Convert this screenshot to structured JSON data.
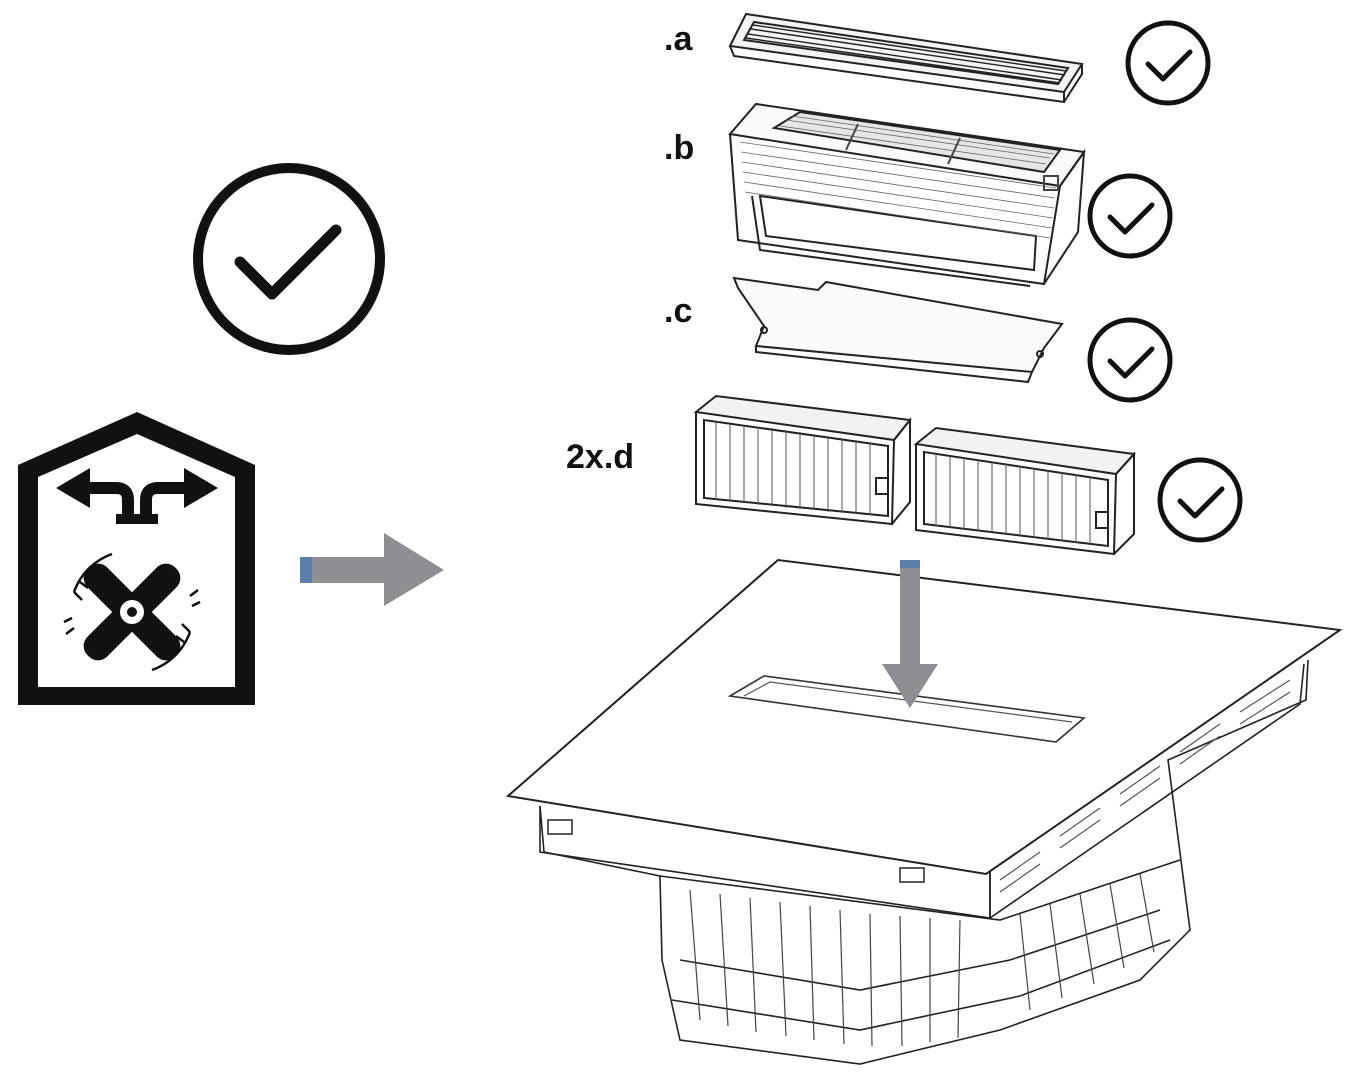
{
  "parts": [
    {
      "id": "a",
      "label": ".a"
    },
    {
      "id": "b",
      "label": ".b"
    },
    {
      "id": "c",
      "label": ".c"
    },
    {
      "id": "d",
      "label": "2x.d"
    }
  ],
  "icons": {
    "big_check": "check-circle-icon",
    "part_check": "check-circle-icon",
    "recirculation_mode": "house-recirculation-icon",
    "arrow_right": "arrow-right-icon",
    "arrow_down": "arrow-down-icon"
  },
  "colors": {
    "line": "#111111",
    "arrow_fill": "#8e8f93",
    "arrow_stripe": "#5b7fa8"
  }
}
